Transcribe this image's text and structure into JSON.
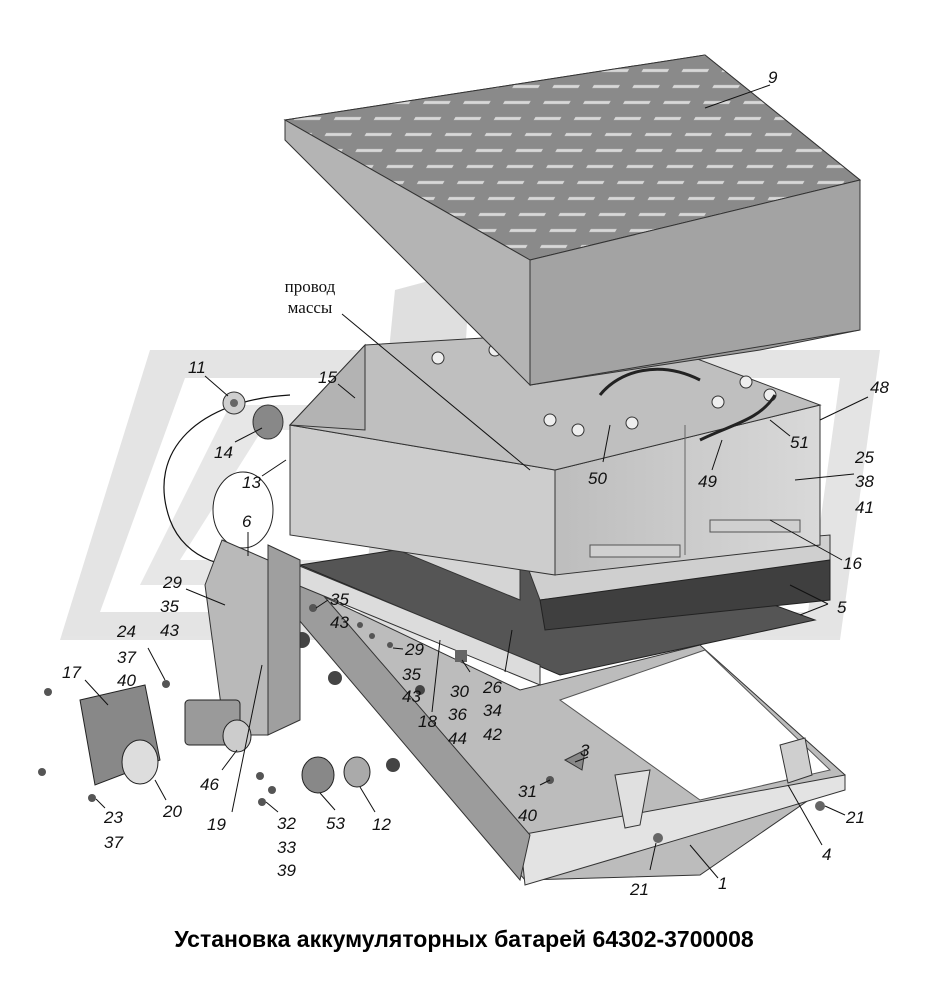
{
  "caption": "Установка аккумуляторных батарей 64302-3700008",
  "ground_wire_label": [
    "провод",
    "массы"
  ],
  "callouts": [
    {
      "id": "c9",
      "text": "9"
    },
    {
      "id": "c11",
      "text": "11"
    },
    {
      "id": "c15",
      "text": "15"
    },
    {
      "id": "c14",
      "text": "14"
    },
    {
      "id": "c13",
      "text": "13"
    },
    {
      "id": "c48",
      "text": "48"
    },
    {
      "id": "c51",
      "text": "51"
    },
    {
      "id": "c50",
      "text": "50"
    },
    {
      "id": "c49",
      "text": "49"
    },
    {
      "id": "c25",
      "text": "25"
    },
    {
      "id": "c38",
      "text": "38"
    },
    {
      "id": "c41",
      "text": "41"
    },
    {
      "id": "c6",
      "text": "6"
    },
    {
      "id": "c16",
      "text": "16"
    },
    {
      "id": "c29a",
      "text": "29"
    },
    {
      "id": "c35a",
      "text": "35"
    },
    {
      "id": "c43a",
      "text": "43"
    },
    {
      "id": "c35b",
      "text": "35"
    },
    {
      "id": "c43b",
      "text": "43"
    },
    {
      "id": "c5",
      "text": "5"
    },
    {
      "id": "c24",
      "text": "24"
    },
    {
      "id": "c37a",
      "text": "37"
    },
    {
      "id": "c40a",
      "text": "40"
    },
    {
      "id": "c29b",
      "text": "29"
    },
    {
      "id": "c35c",
      "text": "35"
    },
    {
      "id": "c43c",
      "text": "43"
    },
    {
      "id": "c17",
      "text": "17"
    },
    {
      "id": "c30",
      "text": "30"
    },
    {
      "id": "c36",
      "text": "36"
    },
    {
      "id": "c44",
      "text": "44"
    },
    {
      "id": "c26",
      "text": "26"
    },
    {
      "id": "c34",
      "text": "34"
    },
    {
      "id": "c42",
      "text": "42"
    },
    {
      "id": "c18",
      "text": "18"
    },
    {
      "id": "c3",
      "text": "3"
    },
    {
      "id": "c46",
      "text": "46"
    },
    {
      "id": "c31",
      "text": "31"
    },
    {
      "id": "c40b",
      "text": "40"
    },
    {
      "id": "c20",
      "text": "20"
    },
    {
      "id": "c19",
      "text": "19"
    },
    {
      "id": "c23",
      "text": "23"
    },
    {
      "id": "c37b",
      "text": "37"
    },
    {
      "id": "c32",
      "text": "32"
    },
    {
      "id": "c33",
      "text": "33"
    },
    {
      "id": "c39",
      "text": "39"
    },
    {
      "id": "c53",
      "text": "53"
    },
    {
      "id": "c12",
      "text": "12"
    },
    {
      "id": "c21a",
      "text": "21"
    },
    {
      "id": "c4",
      "text": "4"
    },
    {
      "id": "c21b",
      "text": "21"
    },
    {
      "id": "c1",
      "text": "1"
    }
  ]
}
